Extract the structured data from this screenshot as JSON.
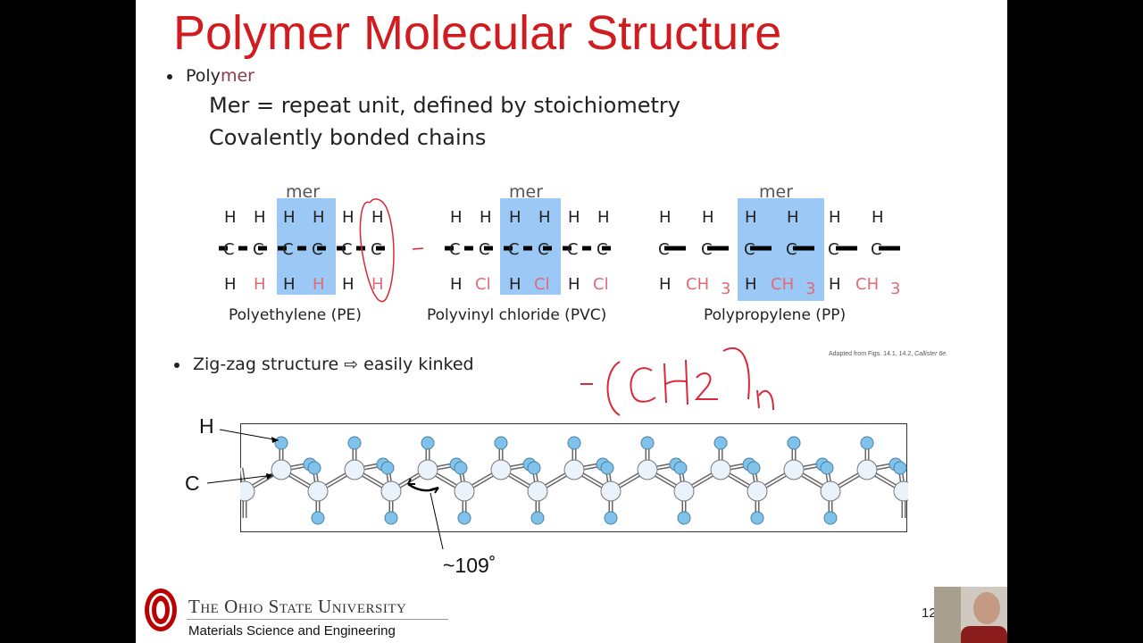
{
  "slide": {
    "title": "Polymer Molecular Structure",
    "bullet1": {
      "prefix": "Poly",
      "highlight": "mer"
    },
    "line1": "Mer = repeat unit, defined by stoichiometry",
    "line2": "Covalently bonded chains",
    "bullet2": "Zig-zag structure ⇨ easily kinked",
    "credit_prefix": "Adapted from Figs. 14.1, 14.2, ",
    "credit_book": "Callister 6e."
  },
  "molecules": {
    "mer_label": "mer",
    "atom_h": "H",
    "atom_c": "C",
    "atom_cl": "Cl",
    "atom_ch": "CH",
    "subscript": "3",
    "pe_name": "Polyethylene (PE)",
    "pvc_name": "Polyvinyl chloride (PVC)",
    "pp_name": "Polypropylene (PP)"
  },
  "zigzag": {
    "h_label": "H",
    "c_label": "C",
    "angle_label": "~109˚"
  },
  "footer": {
    "university": "The Ohio State University",
    "department": "Materials Science and Engineering",
    "logo_letter": "O",
    "page_number": "12"
  },
  "annotation": {
    "handwriting": "-(CH2)n"
  },
  "colors": {
    "title": "#d01c1f",
    "highlight": "#9cc8f5",
    "red_atom": "#e06a78",
    "ink": "#d8283a",
    "carbon_atom": "#eaf3fb",
    "hydrogen_atom": "#7fc3ec",
    "osu_scarlet": "#bb0000"
  }
}
